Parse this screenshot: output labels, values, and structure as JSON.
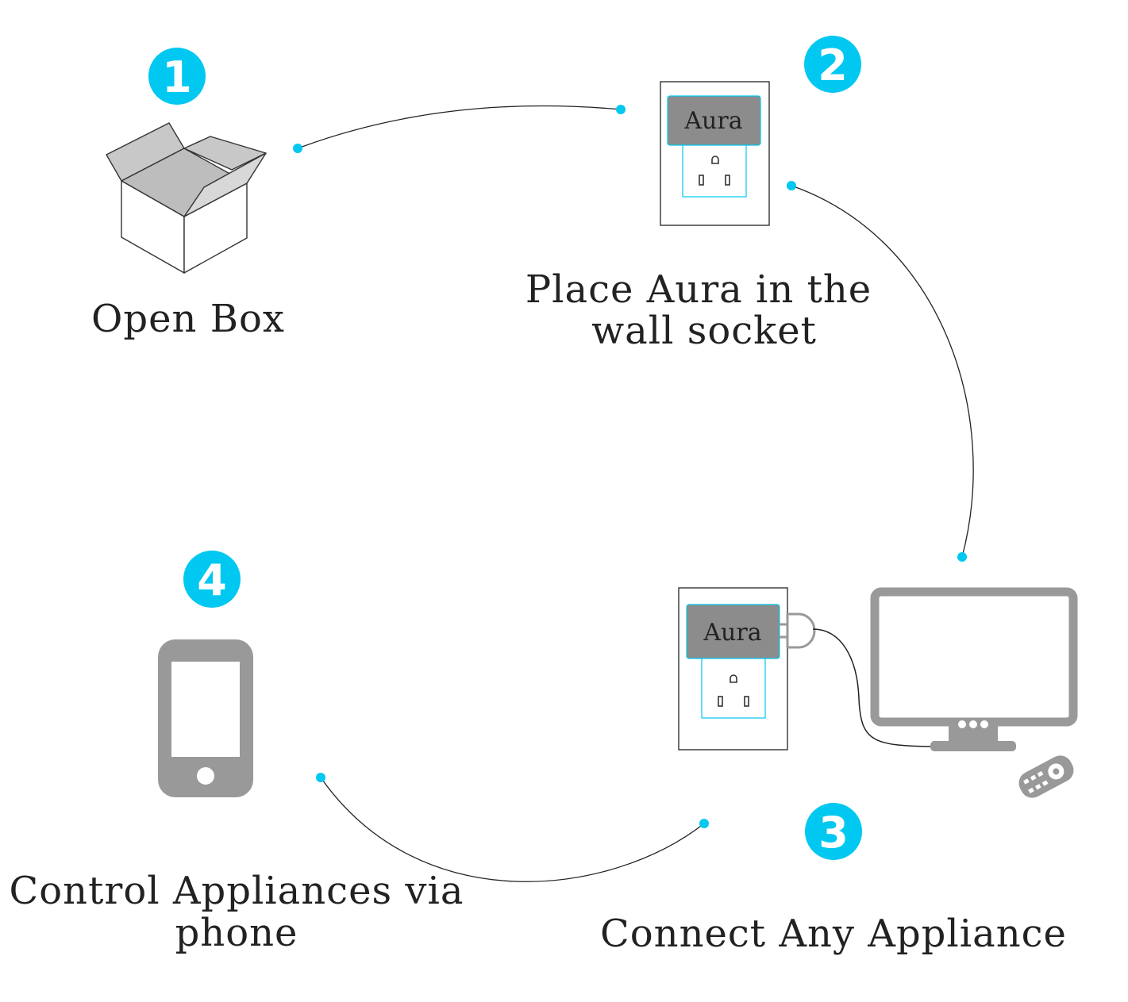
{
  "colors": {
    "accent": "#00c8f0",
    "device_gray": "#999999",
    "line": "#222222"
  },
  "steps": [
    {
      "number": "1",
      "label_lines": [
        "Open Box"
      ],
      "icon": "open-box-icon"
    },
    {
      "number": "2",
      "label_lines": [
        "Place Aura in the",
        "wall socket"
      ],
      "icon": "wall-socket-icon"
    },
    {
      "number": "3",
      "label_lines": [
        "Connect Any Appliance"
      ],
      "icon": "appliance-tv-icon"
    },
    {
      "number": "4",
      "label_lines": [
        "Control Appliances via",
        "phone"
      ],
      "icon": "smartphone-icon"
    }
  ],
  "device": {
    "brand": "Aura"
  }
}
